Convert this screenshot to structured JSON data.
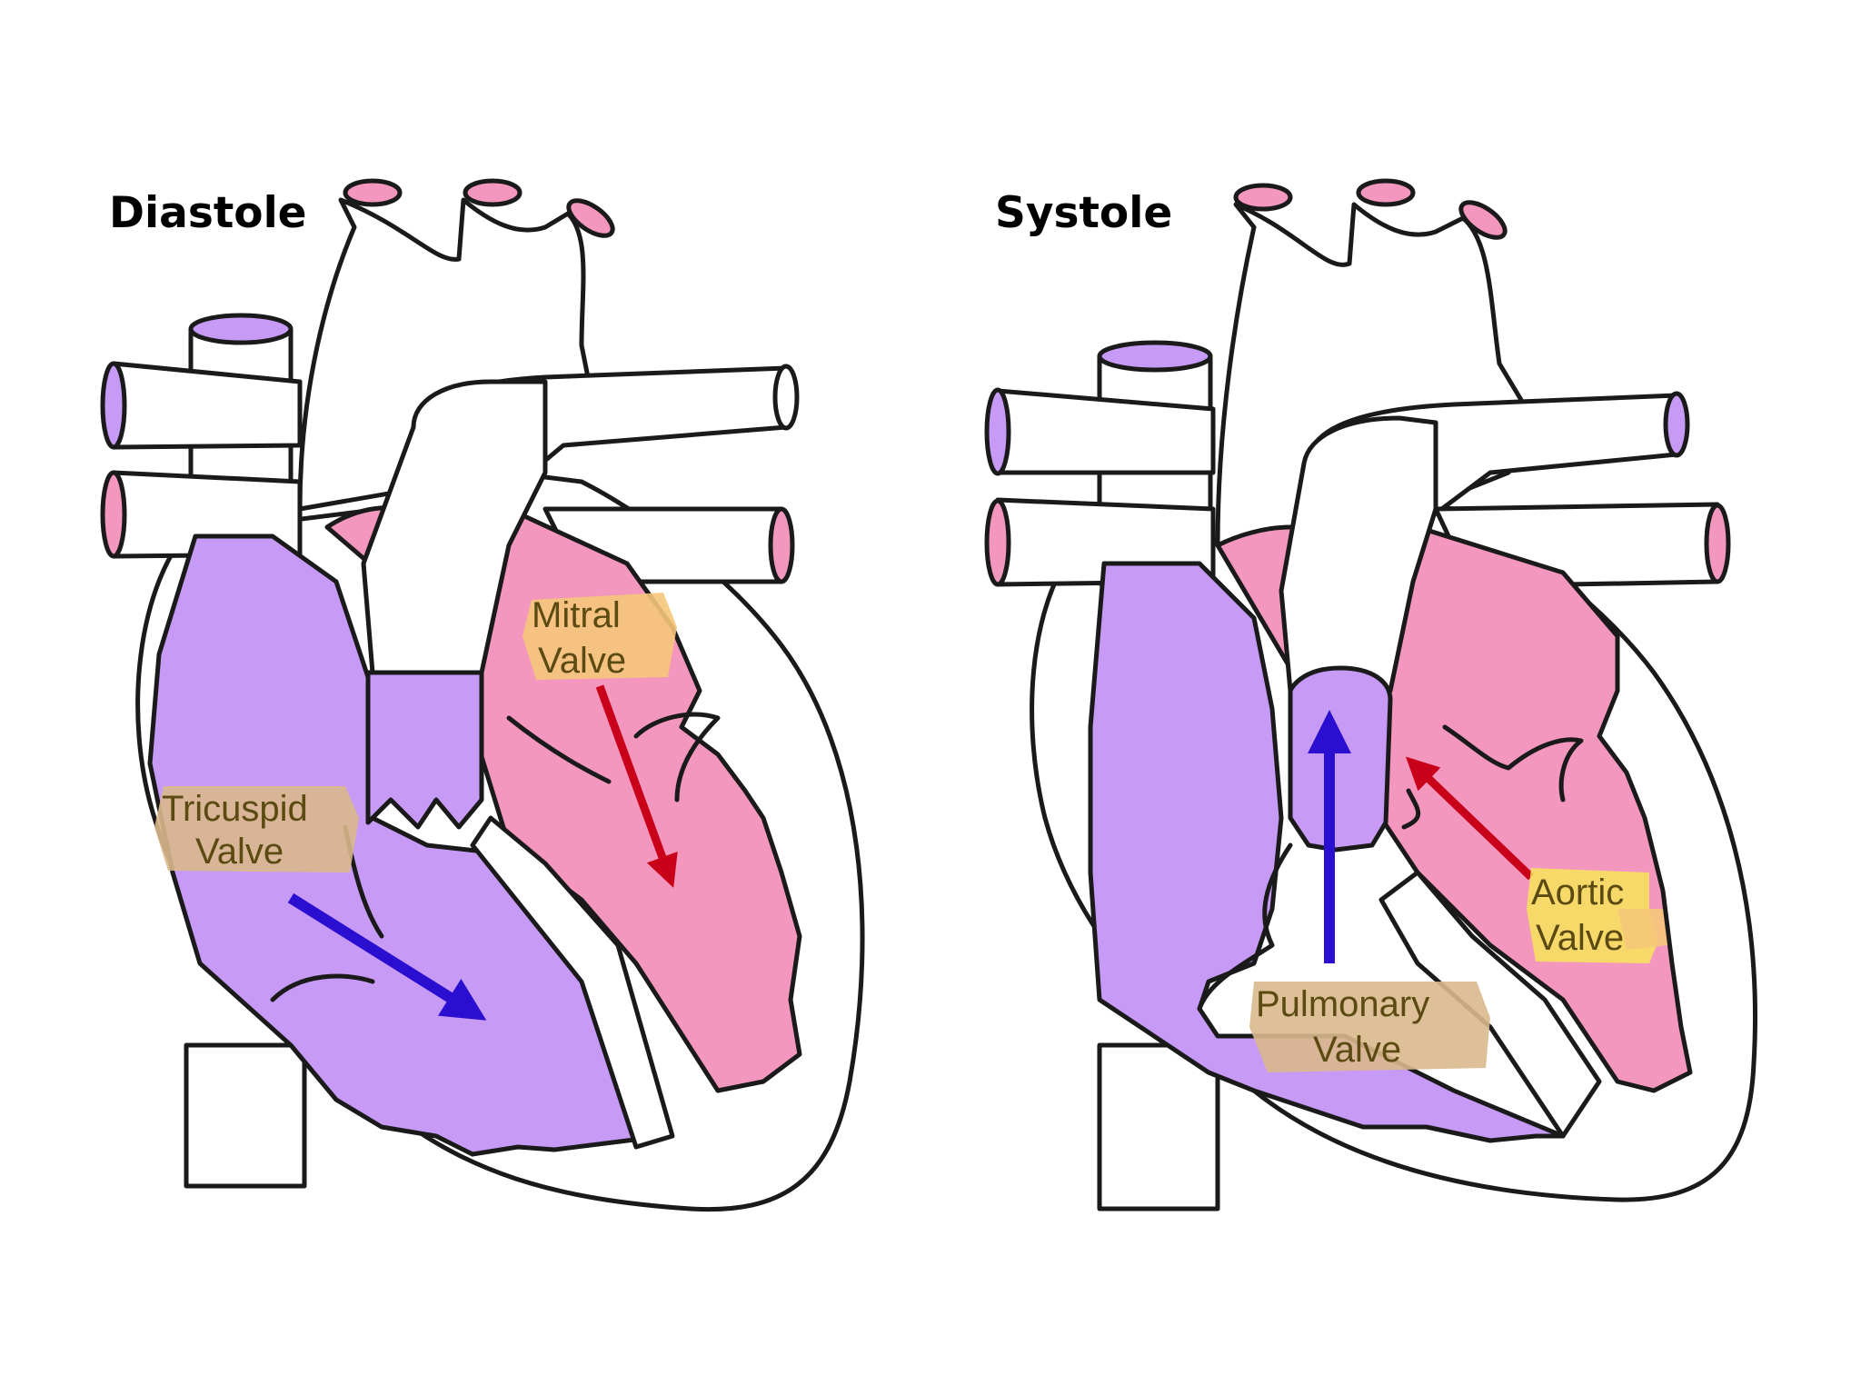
{
  "colors": {
    "deoxygenated": "#c79bf5",
    "oxygenated": "#f497bf",
    "vessel_wall": "#ffffff",
    "outline": "#1a1a1a",
    "arrow_blue": "#2a0fd0",
    "arrow_red": "#c8001a",
    "label_highlight_orange": "#f5c67a",
    "label_highlight_yellow": "#f7e45a",
    "label_highlight_tan": "#d9b88d"
  },
  "panels": [
    {
      "title": "Diastole",
      "labels": [
        {
          "line1": "Mitral",
          "line2": "Valve"
        },
        {
          "line1": "Tricuspid",
          "line2": "Valve"
        }
      ],
      "arrows": [
        "red-arrow-icon",
        "blue-arrow-icon"
      ]
    },
    {
      "title": "Systole",
      "labels": [
        {
          "line1": "Aortic",
          "line2": "Valve"
        },
        {
          "line1": "Pulmonary",
          "line2": "Valve"
        }
      ],
      "arrows": [
        "red-arrow-icon",
        "blue-arrow-icon"
      ]
    }
  ]
}
